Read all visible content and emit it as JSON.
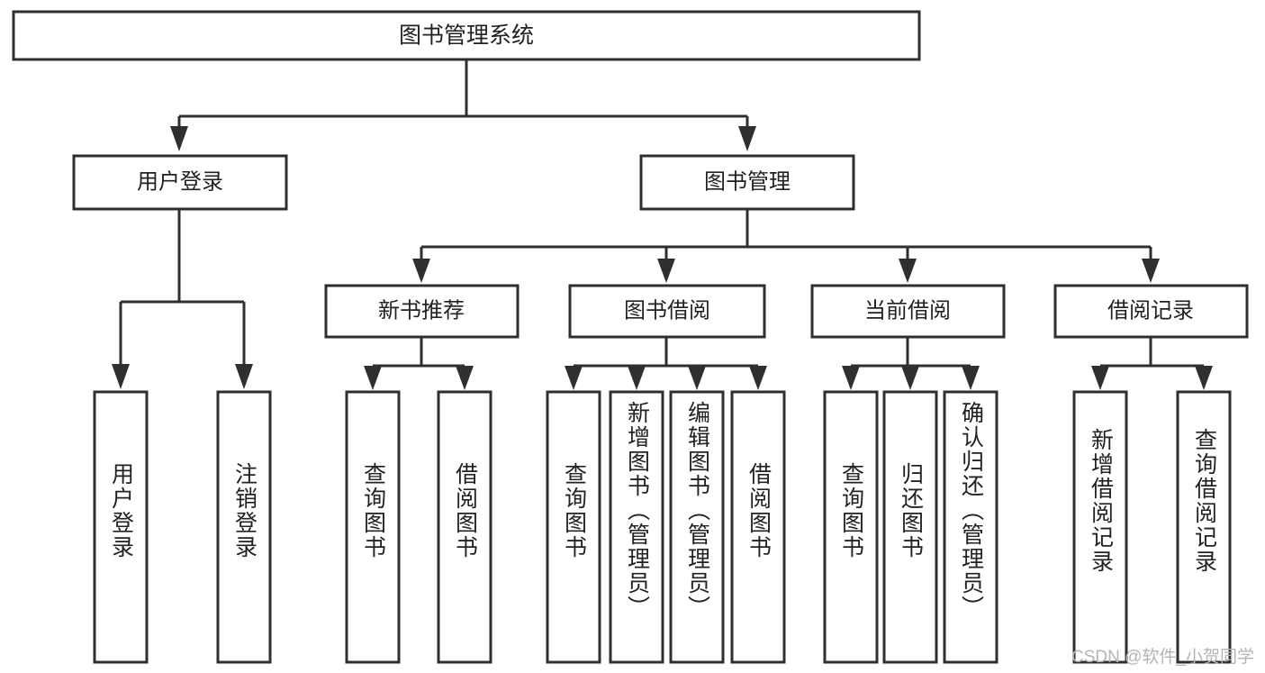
{
  "diagram": {
    "title": "图书管理系统",
    "watermark": "CSDN @软件_小贺同学",
    "stroke_color": "#2f2f2f",
    "fill_color": "#ffffff",
    "text_color": "#222222",
    "root": {
      "label": "图书管理系统"
    },
    "level2": [
      {
        "label": "用户登录"
      },
      {
        "label": "图书管理"
      }
    ],
    "level3": [
      {
        "label": "新书推荐"
      },
      {
        "label": "图书借阅"
      },
      {
        "label": "当前借阅"
      },
      {
        "label": "借阅记录"
      }
    ],
    "leaves": {
      "user_login": [
        {
          "label": "用户登录"
        },
        {
          "label": "注销登录"
        }
      ],
      "new_book_recommend": [
        {
          "label": "查询图书"
        },
        {
          "label": "借阅图书"
        }
      ],
      "book_borrow": [
        {
          "label": "查询图书"
        },
        {
          "label": "新增图书（管理员）"
        },
        {
          "label": "编辑图书（管理员）"
        },
        {
          "label": "借阅图书"
        }
      ],
      "current_borrow": [
        {
          "label": "查询图书"
        },
        {
          "label": "归还图书"
        },
        {
          "label": "确认归还（管理员）"
        }
      ],
      "borrow_records": [
        {
          "label": "新增借阅记录"
        },
        {
          "label": "查询借阅记录"
        }
      ]
    }
  }
}
